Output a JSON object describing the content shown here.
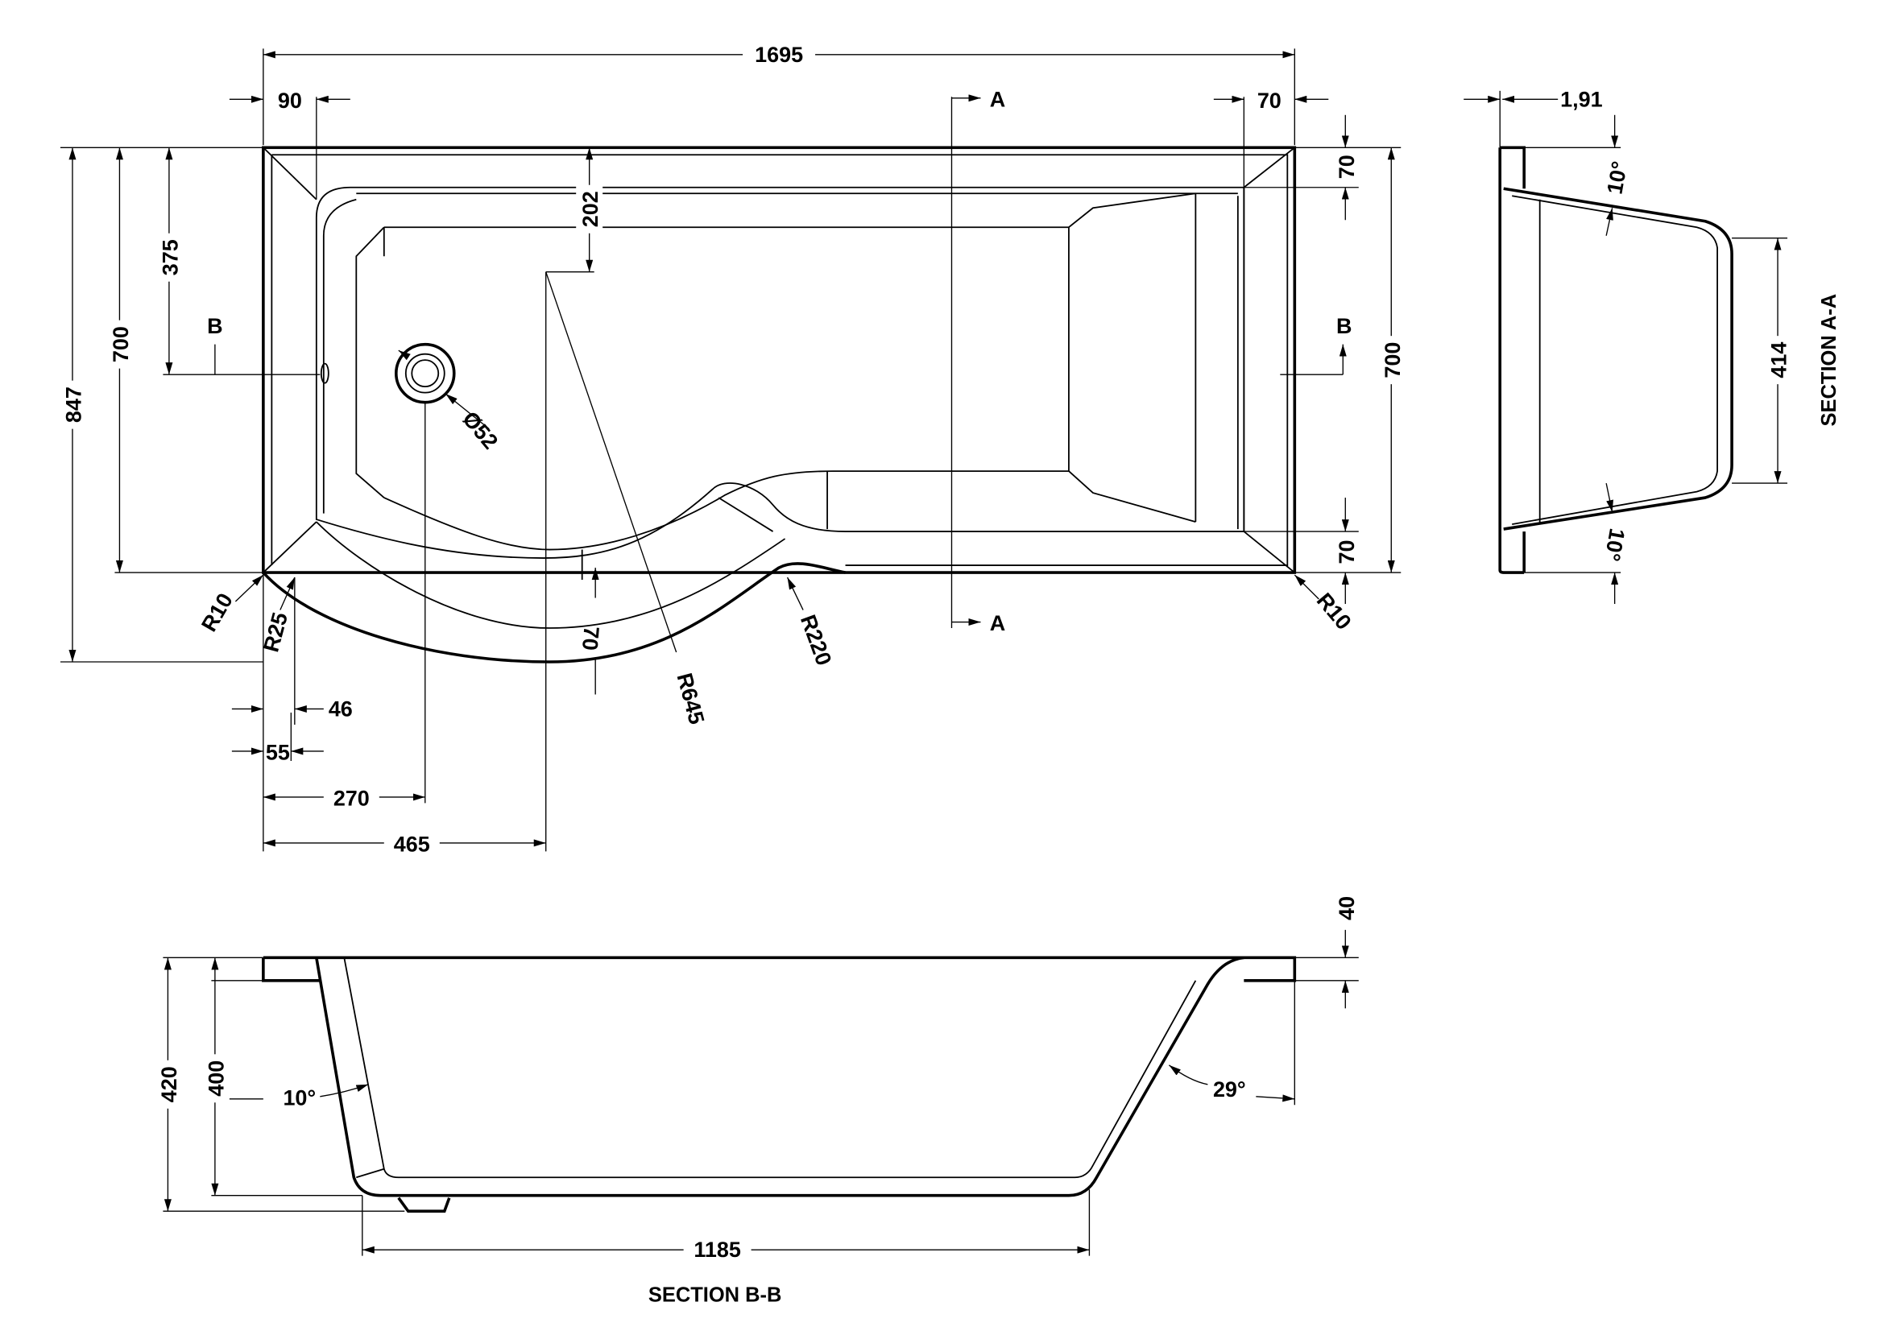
{
  "plan_view": {
    "overall_length": "1695",
    "left_offset": "90",
    "right_offset": "70",
    "section_a_top": "A",
    "section_a_bottom": "A",
    "top_rim": "70",
    "depth_375": "375",
    "width_left": "700",
    "overall_width": "847",
    "dim_202": "202",
    "section_b_left": "B",
    "section_b_right": "B",
    "width_right": "700",
    "bottom_rim": "70",
    "waste_diameter": "Ø52",
    "radius_r10_left": "R10",
    "radius_r25": "R25",
    "curve_rim": "70",
    "radius_r645": "R645",
    "radius_r220": "R220",
    "radius_r10_right": "R10",
    "dim_46": "46",
    "dim_55": "55",
    "waste_offset": "270",
    "curve_offset": "465"
  },
  "section_bb": {
    "rim_height": "40",
    "overall_height": "420",
    "inner_height": "400",
    "left_angle": "10°",
    "right_angle": "29°",
    "floor_length": "1185",
    "title": "SECTION B-B"
  },
  "section_aa": {
    "rim_offset": "1,91",
    "top_angle": "10°",
    "bottom_angle": "10°",
    "floor_width": "414",
    "title": "SECTION A-A"
  }
}
